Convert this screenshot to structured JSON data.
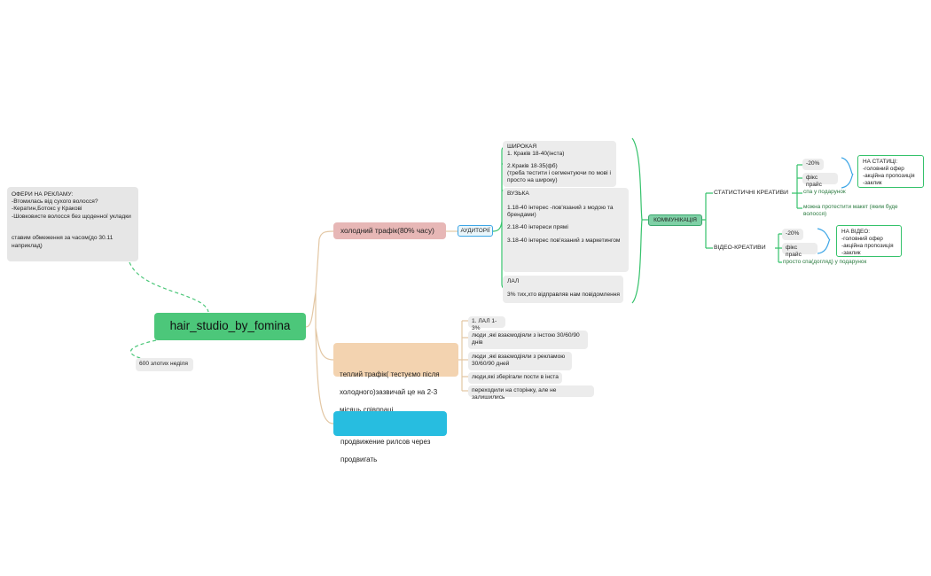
{
  "colors": {
    "root": "#4cc77a",
    "cold": "#e7b7b6",
    "warm": "#f3d3b0",
    "reels": "#27bde0",
    "comm": "#7fd0a6",
    "line_main": "#e3c7a4",
    "line_green": "#35c26b",
    "line_blue": "#3da6e6",
    "dash": "#4cc77a"
  },
  "root": {
    "label": "hair_studio_by_fomina"
  },
  "root_note": {
    "text": "600 злотих неділя"
  },
  "offers": {
    "text": "ОФЕРИ НА РЕКЛАМУ:\n-Втомилась від сухого волосся?\n-Кератин,Ботокс у Кракові\n-Шовковисте волосся без щоденної укладки\n\n\nставим обмеження за часом(до 30.11\nнаприклад)"
  },
  "cold": {
    "label": "холодний трафік(80% часу)",
    "audience_label": "АУДИТОРІЇ",
    "broad_title": "ШИРОКАЯ\n1. Краків 18-40(інста)",
    "broad_2": "2.Краків 18-35(фб)\n(треба тестити і сегментуючи по мові і просто на широку)",
    "narrow_title": "ВУЗЬКА",
    "narrow_1": "1.18-40 інтерес -пов'язаний з модою та брендами)",
    "narrow_2": "2.18-40 інтереси прямі",
    "narrow_3": "3.18-40 інтерес пов'язаний з маркетингом",
    "lal_title": "ЛАЛ",
    "lal_1": "3% тих,хто відправляв нам повідомлення"
  },
  "comm": {
    "label": "КОММУНІКАЦІЯ",
    "static_label": "СТАТИСТИЧНІ КРЕАТИВИ",
    "static_discount": "-20%",
    "static_price": "фікс прайс",
    "static_spa": "спа у подарунок",
    "static_note": "можна протестити макет (яким буде волосся)",
    "static_box": "НА СТАТИЦІ:\n-головний офер\n-акційна пропозиція\n-заклик",
    "video_label": "ВІДЕО-КРЕАТИВИ",
    "video_discount": "-20%",
    "video_price": "фікс прайс",
    "video_spa": "просто спа(догляд) у подарунок",
    "video_box": "НА ВІДЕО:\n-головний офер\n-акційна пропозиція\n-заклик"
  },
  "warm": {
    "label": "теплий трафік( тестуємо після холодного)зазвичай це на 2-3 місяць співпраці",
    "items": [
      "1. ЛАЛ 1-3%",
      "люди ,які взаємодіяли з інстою  30/60/90 днів",
      "люди ,які взаємодіяли з рекламою 30/60/90 дней",
      "люди,які зберігали пости в інста",
      "переходили на сторінку, але не залишились"
    ]
  },
  "reels": {
    "label": "продвижение рилсов через продвигать"
  }
}
